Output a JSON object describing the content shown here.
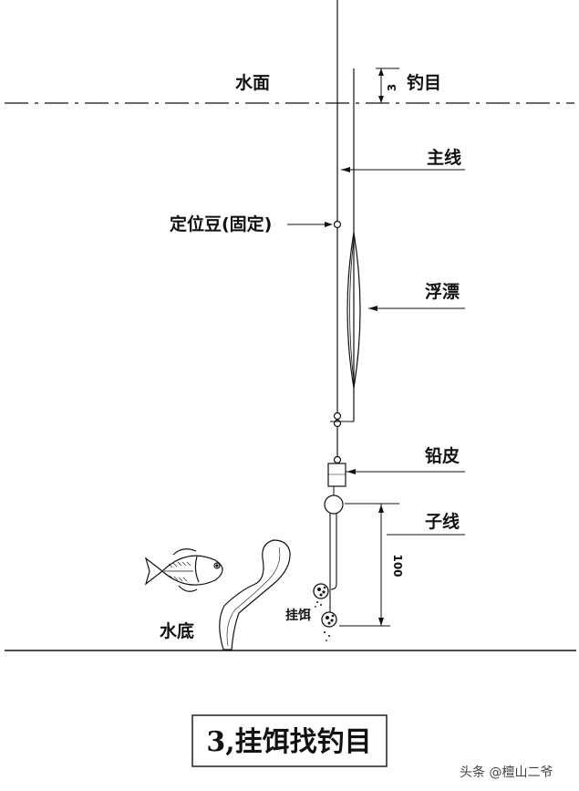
{
  "labels": {
    "water_surface": "水面",
    "fishing_mark": "钓目",
    "main_line": "主线",
    "stopper_bead": "定位豆(固定)",
    "float": "浮漂",
    "lead_sheet": "铅皮",
    "sub_line": "子线",
    "bait": "挂饵",
    "bottom": "水底"
  },
  "dimensions": {
    "mark_height": "3",
    "sub_line_length": "100"
  },
  "caption": "3,挂饵找钓目",
  "watermark": "头条 @檀山二爷",
  "colors": {
    "ink": "#111111",
    "background": "#ffffff"
  }
}
